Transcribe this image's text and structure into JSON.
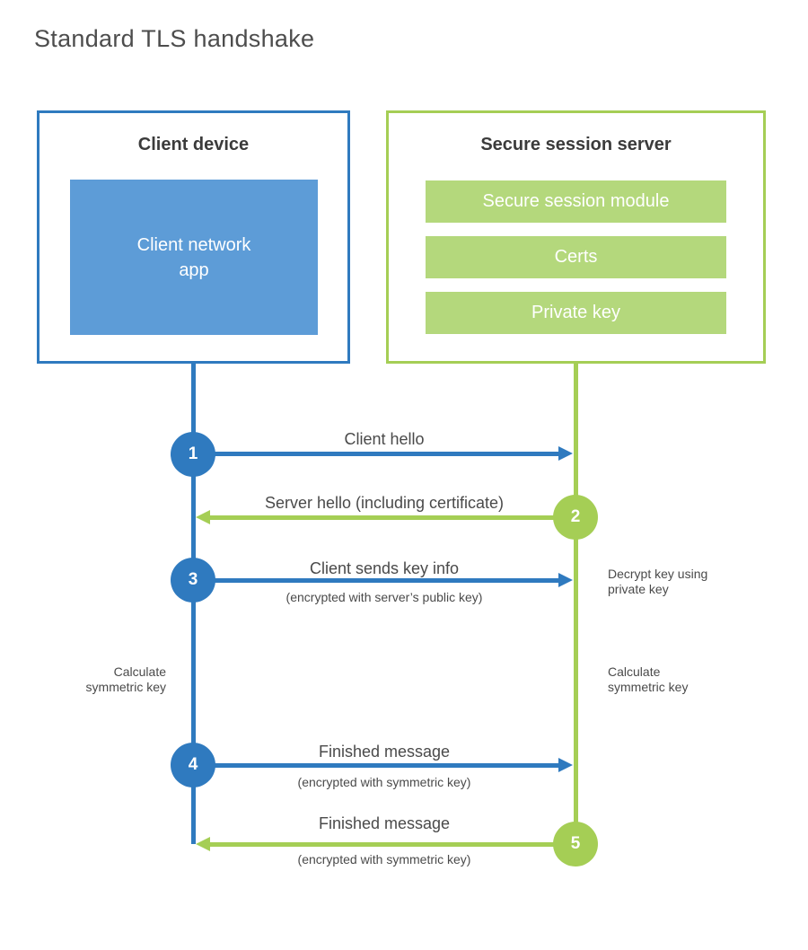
{
  "title": "Standard TLS handshake",
  "colors": {
    "blue": "#2f7abf",
    "blue_fill": "#5d9cd7",
    "green": "#a5ce55",
    "green_fill": "#b4d87c",
    "text": "#4a4a4a"
  },
  "client_box": {
    "title": "Client device",
    "module": "Client network\napp"
  },
  "server_box": {
    "title": "Secure session server",
    "modules": [
      "Secure session module",
      "Certs",
      "Private key"
    ]
  },
  "steps": [
    {
      "num": "1",
      "label": "Client hello",
      "sub": "",
      "direction": "right",
      "from": "client",
      "to": "server"
    },
    {
      "num": "2",
      "label": "Server hello (including certificate)",
      "sub": "",
      "direction": "left",
      "from": "server",
      "to": "client"
    },
    {
      "num": "3",
      "label": "Client sends key info",
      "sub": "(encrypted with server’s public key)",
      "direction": "right",
      "from": "client",
      "to": "server"
    },
    {
      "num": "4",
      "label": "Finished message",
      "sub": "(encrypted with symmetric key)",
      "direction": "right",
      "from": "client",
      "to": "server"
    },
    {
      "num": "5",
      "label": "Finished message",
      "sub": "(encrypted with symmetric key)",
      "direction": "left",
      "from": "server",
      "to": "client"
    }
  ],
  "annotations": {
    "decrypt_note": "Decrypt key using\nprivate key",
    "calc_symmetric_left": "Calculate\nsymmetric key",
    "calc_symmetric_right": "Calculate\nsymmetric key"
  }
}
